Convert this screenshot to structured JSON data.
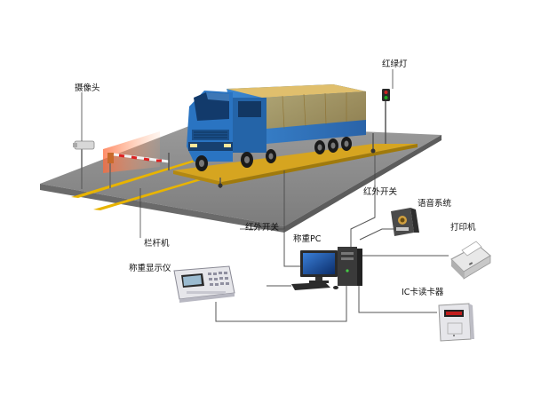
{
  "labels": {
    "camera": "摄像头",
    "traffic_light": "红绿灯",
    "ir_switch_right": "红外开关",
    "ir_switch_center": "红外开关",
    "barrier_gate": "栏杆机",
    "weighing_pc": "称重PC",
    "weighing_indicator": "称重显示仪",
    "voice_system": "语音系统",
    "printer": "打印机",
    "ic_card_reader": "IC卡读卡器"
  },
  "colors": {
    "road": "#8a8a8a",
    "lane_line": "#e8b400",
    "truck_cab": "#1f67b0",
    "cargo_tarp": "#c9a24a",
    "wire": "#555555"
  }
}
